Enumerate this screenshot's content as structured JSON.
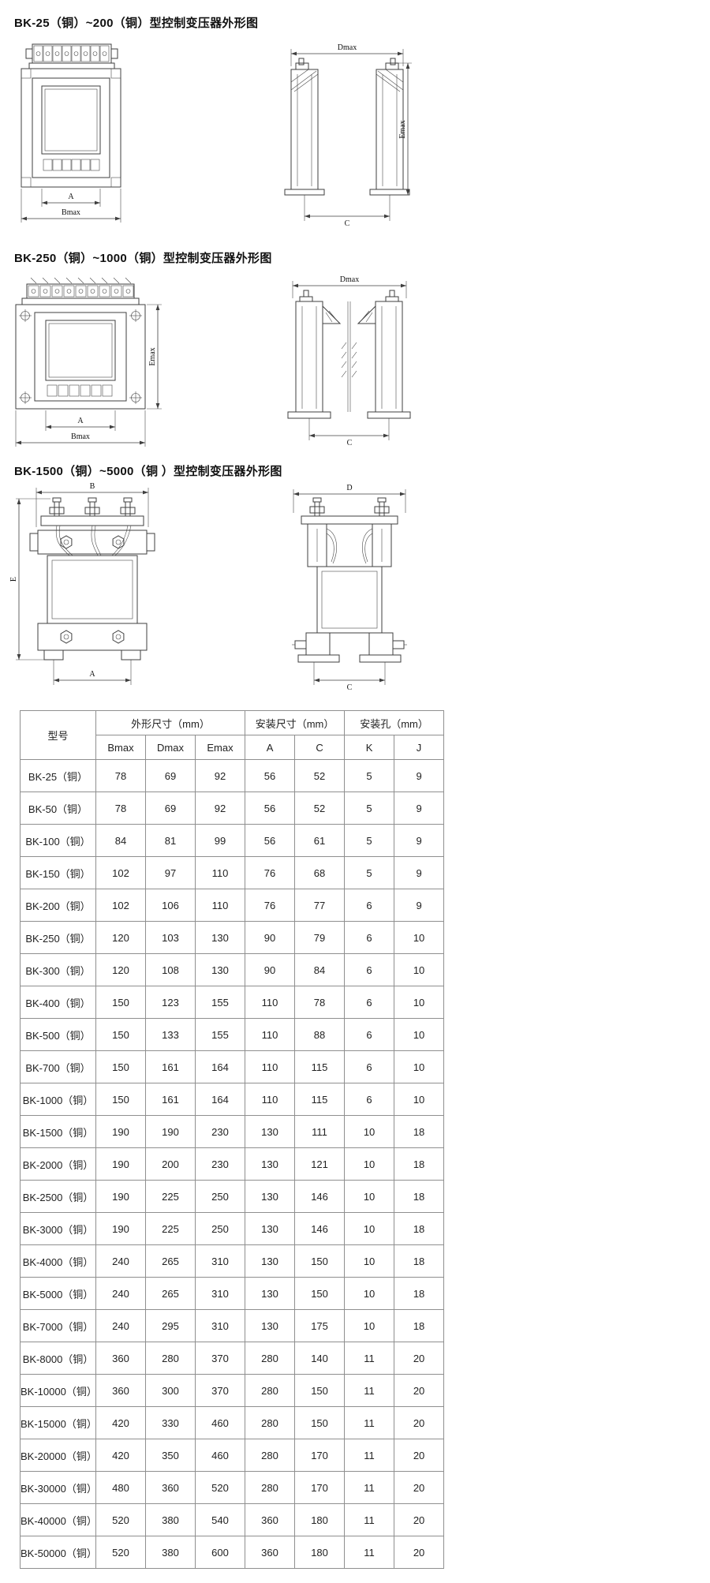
{
  "page": {
    "background": "#ffffff",
    "line_color": "#3f3f3f",
    "text_color": "#111111"
  },
  "sections": [
    {
      "heading": "BK-25（铜）~200（铜）型控制变压器外形图",
      "dims": {
        "A": "A",
        "Bmax": "Bmax",
        "Dmax": "Dmax",
        "Emax": "Emax",
        "C": "C"
      }
    },
    {
      "heading": "BK-250（铜）~1000（铜）型控制变压器外形图",
      "dims": {
        "A": "A",
        "Bmax": "Bmax",
        "Dmax": "Dmax",
        "Emax": "Emax",
        "C": "C"
      }
    },
    {
      "heading": "BK-1500（铜）~5000（铜 ）型控制变压器外形图",
      "dims": {
        "A": "A",
        "B": "B",
        "C": "C",
        "D": "D",
        "E": "E"
      }
    }
  ],
  "table": {
    "headers": {
      "model": "型号",
      "outline": "外形尺寸（mm）",
      "mounting": "安装尺寸（mm）",
      "holes": "安装孔（mm）",
      "columns": [
        "Bmax",
        "Dmax",
        "Emax",
        "A",
        "C",
        "K",
        "J"
      ]
    },
    "rows": [
      {
        "model": "BK-25（铜）",
        "values": [
          "78",
          "69",
          "92",
          "56",
          "52",
          "5",
          "9"
        ]
      },
      {
        "model": "BK-50（铜）",
        "values": [
          "78",
          "69",
          "92",
          "56",
          "52",
          "5",
          "9"
        ]
      },
      {
        "model": "BK-100（铜）",
        "values": [
          "84",
          "81",
          "99",
          "56",
          "61",
          "5",
          "9"
        ]
      },
      {
        "model": "BK-150（铜）",
        "values": [
          "102",
          "97",
          "110",
          "76",
          "68",
          "5",
          "9"
        ]
      },
      {
        "model": "BK-200（铜）",
        "values": [
          "102",
          "106",
          "110",
          "76",
          "77",
          "6",
          "9"
        ]
      },
      {
        "model": "BK-250（铜）",
        "values": [
          "120",
          "103",
          "130",
          "90",
          "79",
          "6",
          "10"
        ]
      },
      {
        "model": "BK-300（铜）",
        "values": [
          "120",
          "108",
          "130",
          "90",
          "84",
          "6",
          "10"
        ]
      },
      {
        "model": "BK-400（铜）",
        "values": [
          "150",
          "123",
          "155",
          "110",
          "78",
          "6",
          "10"
        ]
      },
      {
        "model": "BK-500（铜）",
        "values": [
          "150",
          "133",
          "155",
          "110",
          "88",
          "6",
          "10"
        ]
      },
      {
        "model": "BK-700（铜）",
        "values": [
          "150",
          "161",
          "164",
          "110",
          "115",
          "6",
          "10"
        ]
      },
      {
        "model": "BK-1000（铜）",
        "values": [
          "150",
          "161",
          "164",
          "110",
          "115",
          "6",
          "10"
        ]
      },
      {
        "model": "BK-1500（铜）",
        "values": [
          "190",
          "190",
          "230",
          "130",
          "111",
          "10",
          "18"
        ]
      },
      {
        "model": "BK-2000（铜）",
        "values": [
          "190",
          "200",
          "230",
          "130",
          "121",
          "10",
          "18"
        ]
      },
      {
        "model": "BK-2500（铜）",
        "values": [
          "190",
          "225",
          "250",
          "130",
          "146",
          "10",
          "18"
        ]
      },
      {
        "model": "BK-3000（铜）",
        "values": [
          "190",
          "225",
          "250",
          "130",
          "146",
          "10",
          "18"
        ]
      },
      {
        "model": "BK-4000（铜）",
        "values": [
          "240",
          "265",
          "310",
          "130",
          "150",
          "10",
          "18"
        ]
      },
      {
        "model": "BK-5000（铜）",
        "values": [
          "240",
          "265",
          "310",
          "130",
          "150",
          "10",
          "18"
        ]
      },
      {
        "model": "BK-7000（铜）",
        "values": [
          "240",
          "295",
          "310",
          "130",
          "175",
          "10",
          "18"
        ]
      },
      {
        "model": "BK-8000（铜）",
        "values": [
          "360",
          "280",
          "370",
          "280",
          "140",
          "11",
          "20"
        ]
      },
      {
        "model": "BK-10000（铜）",
        "values": [
          "360",
          "300",
          "370",
          "280",
          "150",
          "11",
          "20"
        ]
      },
      {
        "model": "BK-15000（铜）",
        "values": [
          "420",
          "330",
          "460",
          "280",
          "150",
          "11",
          "20"
        ]
      },
      {
        "model": "BK-20000（铜）",
        "values": [
          "420",
          "350",
          "460",
          "280",
          "170",
          "11",
          "20"
        ]
      },
      {
        "model": "BK-30000（铜）",
        "values": [
          "480",
          "360",
          "520",
          "280",
          "170",
          "11",
          "20"
        ]
      },
      {
        "model": "BK-40000（铜）",
        "values": [
          "520",
          "380",
          "540",
          "360",
          "180",
          "11",
          "20"
        ]
      },
      {
        "model": "BK-50000（铜）",
        "values": [
          "520",
          "380",
          "600",
          "360",
          "180",
          "11",
          "20"
        ]
      }
    ]
  }
}
